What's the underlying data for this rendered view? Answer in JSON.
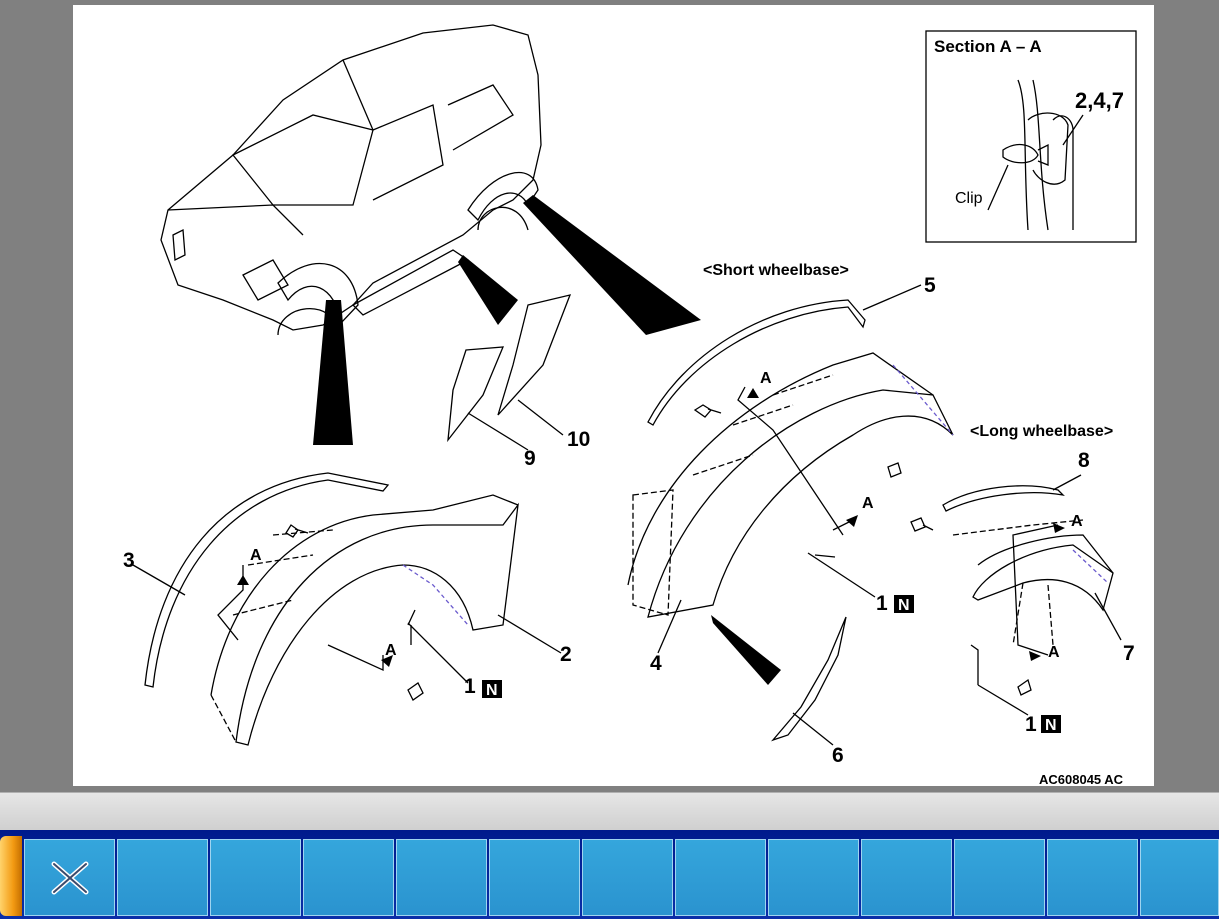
{
  "diagram": {
    "section_title": "Section A – A",
    "section_callout": "2,4,7",
    "clip_label": "Clip",
    "short_wheelbase": "<Short wheelbase>",
    "long_wheelbase": "<Long wheelbase>",
    "code": "AC608045 AC",
    "callouts": [
      "1",
      "1",
      "1",
      "2",
      "3",
      "4",
      "5",
      "6",
      "7",
      "8",
      "9",
      "10"
    ],
    "section_marks": [
      "A",
      "A",
      "A",
      "A",
      "A",
      "A"
    ],
    "new_part_badge": "N"
  },
  "toolbar": {
    "buttons": [
      {
        "icon": "close-icon"
      },
      {
        "icon": ""
      },
      {
        "icon": ""
      },
      {
        "icon": ""
      },
      {
        "icon": ""
      },
      {
        "icon": ""
      },
      {
        "icon": ""
      },
      {
        "icon": ""
      },
      {
        "icon": ""
      },
      {
        "icon": ""
      },
      {
        "icon": ""
      },
      {
        "icon": ""
      },
      {
        "icon": ""
      }
    ]
  },
  "colors": {
    "background": "#808080",
    "toolbar": "#001a8c",
    "button": "#2f9fd8",
    "accent": "#f39a12"
  }
}
